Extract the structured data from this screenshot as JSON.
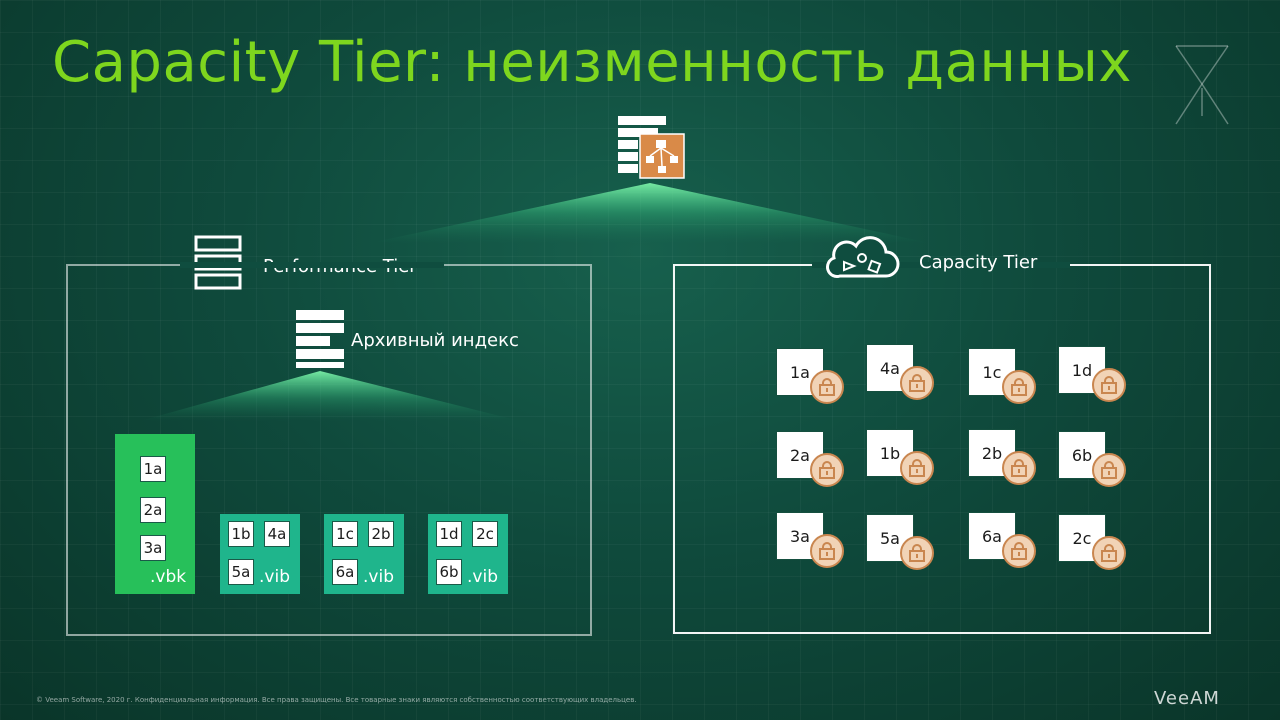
{
  "title": "Capacity Tier: неизменность данных",
  "performance_tier": {
    "label": "Performance Tier",
    "archive_index_label": "Архивный индекс",
    "files": [
      {
        "type": "vbk",
        "ext": ".vbk",
        "blocks": [
          "1a",
          "2a",
          "3a"
        ],
        "color": "#27c05a"
      },
      {
        "type": "vib",
        "ext": ".vib",
        "blocks": [
          "1b",
          "4a",
          "5a"
        ],
        "color": "#1fb58c"
      },
      {
        "type": "vib",
        "ext": ".vib",
        "blocks": [
          "1c",
          "2b",
          "6a"
        ],
        "color": "#1fb58c"
      },
      {
        "type": "vib",
        "ext": ".vib",
        "blocks": [
          "1d",
          "2c",
          "6b"
        ],
        "color": "#1fb58c"
      }
    ]
  },
  "capacity_tier": {
    "label": "Capacity Tier",
    "blocks": [
      "1a",
      "4a",
      "1c",
      "1d",
      "2a",
      "1b",
      "2b",
      "6b",
      "3a",
      "5a",
      "6a",
      "2c"
    ],
    "lock_color": "#c9864f"
  },
  "footer": "© Veeam Software, 2020 г. Конфиденциальная информация. Все права защищены. Все товарные знаки являются собственностью соответствующих владельцев.",
  "logo": "VeeAM",
  "colors": {
    "title": "#7ed61e",
    "accent_orange": "#d98a48"
  }
}
